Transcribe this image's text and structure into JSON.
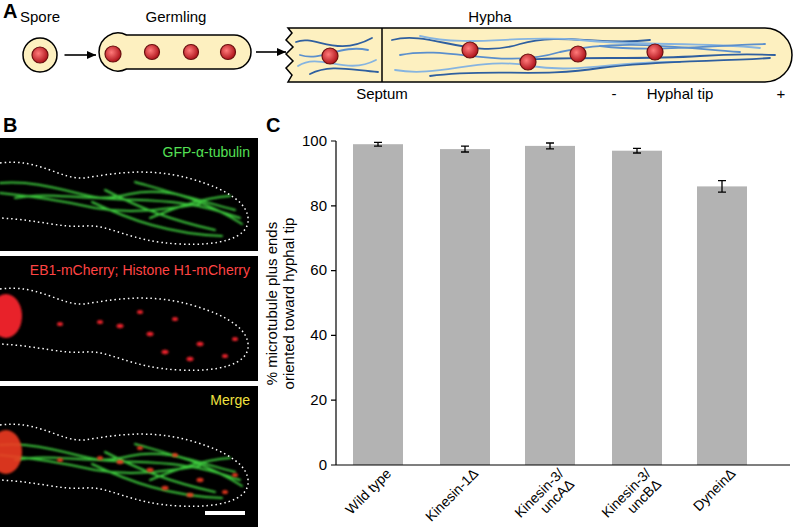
{
  "diagram": {
    "nodes": [
      {
        "text": [
          "Spore"
        ]
      },
      {
        "text": [
          "Germling"
        ]
      },
      {
        "text": [
          "Hypha"
        ]
      },
      {
        "text": [
          "GFP-α-tubulin"
        ]
      },
      {
        "text": [
          "EB1-mCherry; Histone H1-mCherry"
        ]
      },
      {
        "text": [
          "Merge"
        ]
      }
    ],
    "edges": [
      {
        "from": 0,
        "to": 1,
        "arrow": "to"
      },
      {
        "from": 1,
        "to": 2,
        "arrow": "to"
      }
    ],
    "labels": [
      "A",
      "B",
      "C",
      "Septum",
      "-",
      "Hyphal tip",
      "+",
      "100",
      "80",
      "60",
      "40",
      "20",
      "0",
      "% microtubule plus ends oriented toward hyphal tip",
      "Wild type",
      "Kinesin-1Δ",
      "Kinesin-3/ uncAΔ",
      "Kinesin-3/ uncBΔ",
      "DyneinΔ"
    ]
  }
}
